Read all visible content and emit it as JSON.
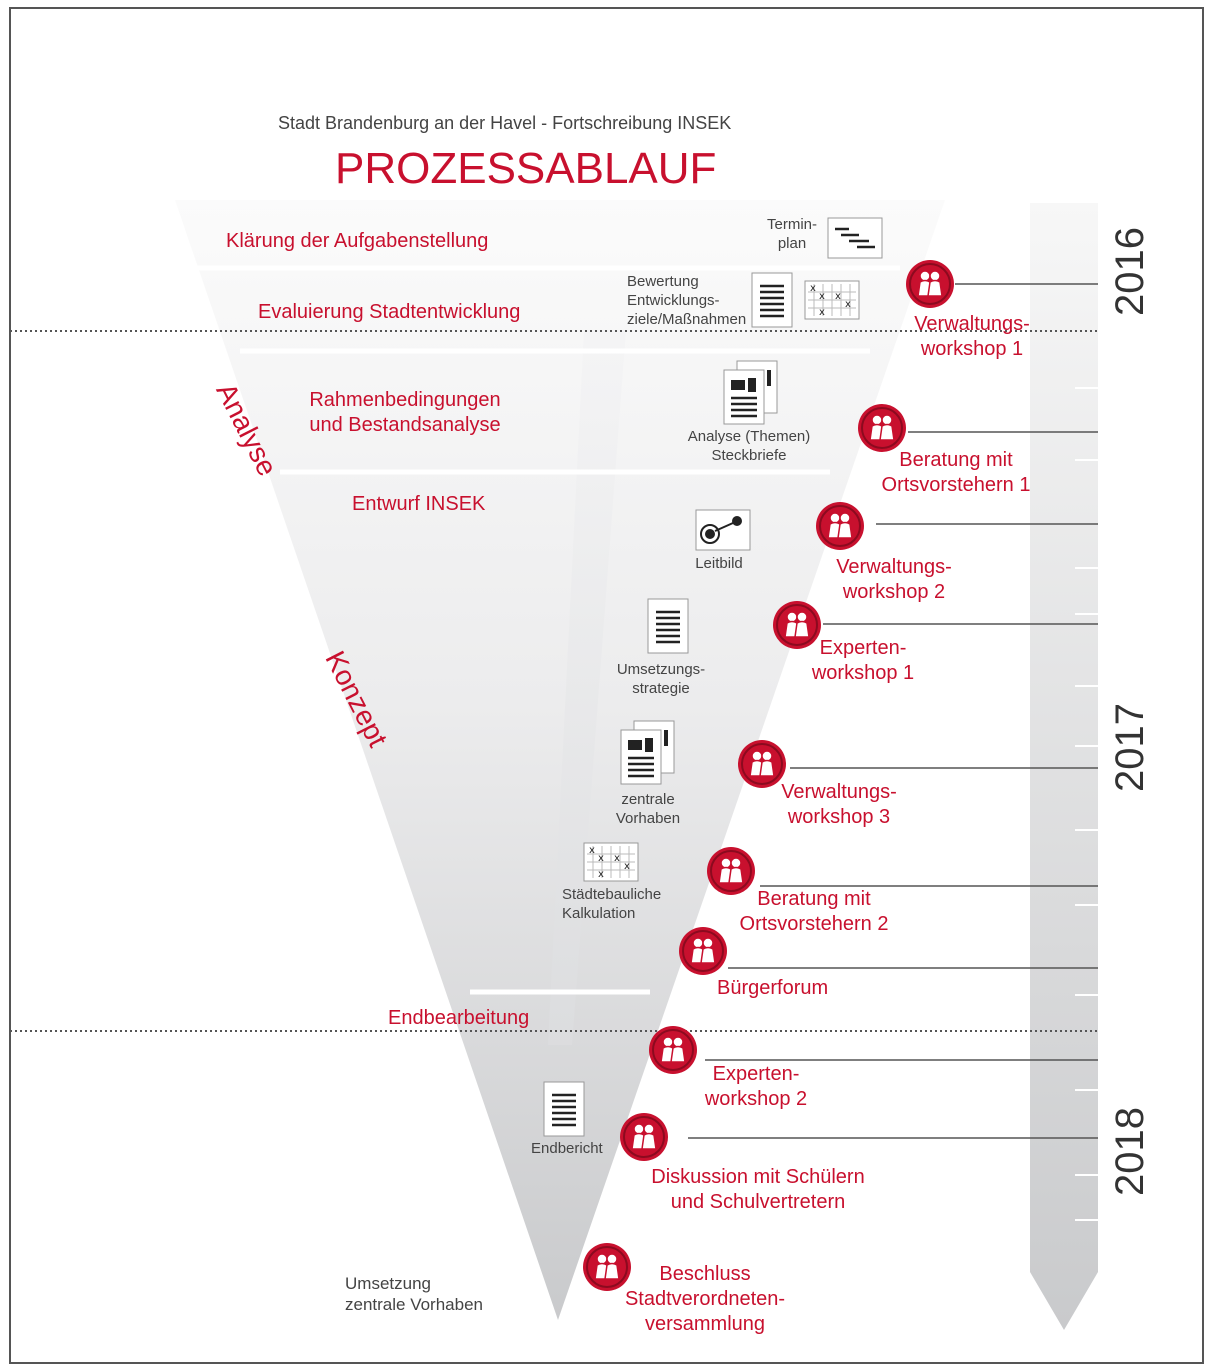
{
  "header": {
    "subtitle": "Stadt Brandenburg an der Havel - Fortschreibung INSEK",
    "title": "PROZESSABLAUF"
  },
  "phases": {
    "p1": "Klärung der Aufgabenstellung",
    "p2": "Evaluierung Stadtentwicklung",
    "p3a": "Rahmenbedingungen",
    "p3b": "und Bestandsanalyse",
    "p4": "Entwurf INSEK",
    "p5": "Endbearbeitung",
    "p6a": "Umsetzung",
    "p6b": "zentrale Vorhaben"
  },
  "side_labels": {
    "analyse": "Analyse",
    "konzept": "Konzept"
  },
  "deliverables": {
    "terminplan_a": "Termin-",
    "terminplan_b": "plan",
    "bewertung_a": "Bewertung",
    "bewertung_b": "Entwicklungs-",
    "bewertung_c": "ziele/Maßnahmen",
    "analyse_a": "Analyse (Themen)",
    "analyse_b": "Steckbriefe",
    "leitbild": "Leitbild",
    "umsetzung_a": "Umsetzungs-",
    "umsetzung_b": "strategie",
    "vorhaben_a": "zentrale",
    "vorhaben_b": "Vorhaben",
    "kalk_a": "Städtebauliche",
    "kalk_b": "Kalkulation",
    "endbericht": "Endbericht"
  },
  "events": {
    "e1a": "Verwaltungs-",
    "e1b": "workshop 1",
    "e2a": "Beratung mit",
    "e2b": "Ortsvorstehern 1",
    "e3a": "Verwaltungs-",
    "e3b": "workshop 2",
    "e4a": "Experten-",
    "e4b": "workshop 1",
    "e5a": "Verwaltungs-",
    "e5b": "workshop 3",
    "e6a": "Beratung mit",
    "e6b": "Ortsvorstehern 2",
    "e7a": "Bürgerforum",
    "e8a": "Experten-",
    "e8b": "workshop 2",
    "e9a": "Diskussion mit Schülern",
    "e9b": "und Schulvertretern",
    "e10a": "Beschluss",
    "e10b": "Stadtverordneten-",
    "e10c": "versammlung"
  },
  "years": {
    "y2016": "2016",
    "y2017": "2017",
    "y2018": "2018"
  },
  "colors": {
    "accent": "#c8102e",
    "funnel": "#e6e7e8",
    "timeline": "#d9dadb"
  },
  "icons": {
    "event_marker": "people-icon",
    "terminplan": "gantt-icon",
    "bewertung": "document-icon",
    "matrix": "matrix-icon",
    "steckbriefe": "document-stack-icon",
    "leitbild": "target-icon",
    "strategie": "document-icon",
    "vorhaben": "document-stack-icon",
    "kalkulation": "matrix-icon",
    "endbericht": "document-icon"
  }
}
